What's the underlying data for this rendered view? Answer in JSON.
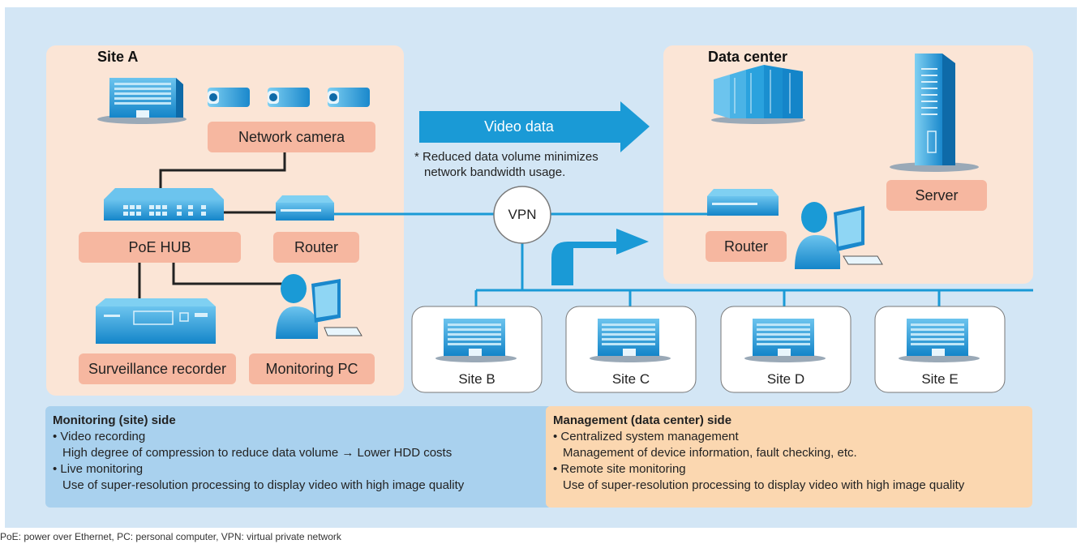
{
  "site_a": {
    "title": "Site A",
    "network_camera": "Network camera",
    "poe_hub": "PoE HUB",
    "router": "Router",
    "surveillance_recorder": "Surveillance recorder",
    "monitoring_pc": "Monitoring PC"
  },
  "data_center": {
    "title": "Data center",
    "server": "Server",
    "router": "Router"
  },
  "flow": {
    "video_data": "Video data",
    "note_line1": "* Reduced data volume minimizes",
    "note_line2": "network bandwidth usage.",
    "vpn": "VPN"
  },
  "sites": [
    "Site B",
    "Site C",
    "Site D",
    "Site E"
  ],
  "monitoring_side": {
    "heading": "Monitoring (site) side",
    "item1": "• Video recording",
    "item1_detail": "High degree of compression to reduce data volume → Lower HDD costs",
    "item2": "• Live monitoring",
    "item2_detail": "Use of super-resolution processing to display video with high image quality"
  },
  "management_side": {
    "heading": "Management (data center) side",
    "item1": "• Centralized system management",
    "item1_detail": "Management of device information, fault checking, etc.",
    "item2": "• Remote site monitoring",
    "item2_detail": "Use of super-resolution processing to display video with high image quality"
  },
  "footnote": "PoE: power over Ethernet, PC: personal computer, VPN: virtual private network",
  "colors": {
    "background": "#d3e6f5",
    "site_panel": "#fbe5d6",
    "label_fill": "#f6b7a0",
    "accent_blue": "#1a9ad6",
    "monitoring_box": "#a9d1ee",
    "management_box": "#fbd7b0"
  },
  "icons": [
    "building-icon",
    "network-camera-icon",
    "poe-hub-icon",
    "router-icon",
    "recorder-icon",
    "operator-pc-icon",
    "datacenter-racks-icon",
    "server-tower-icon"
  ]
}
